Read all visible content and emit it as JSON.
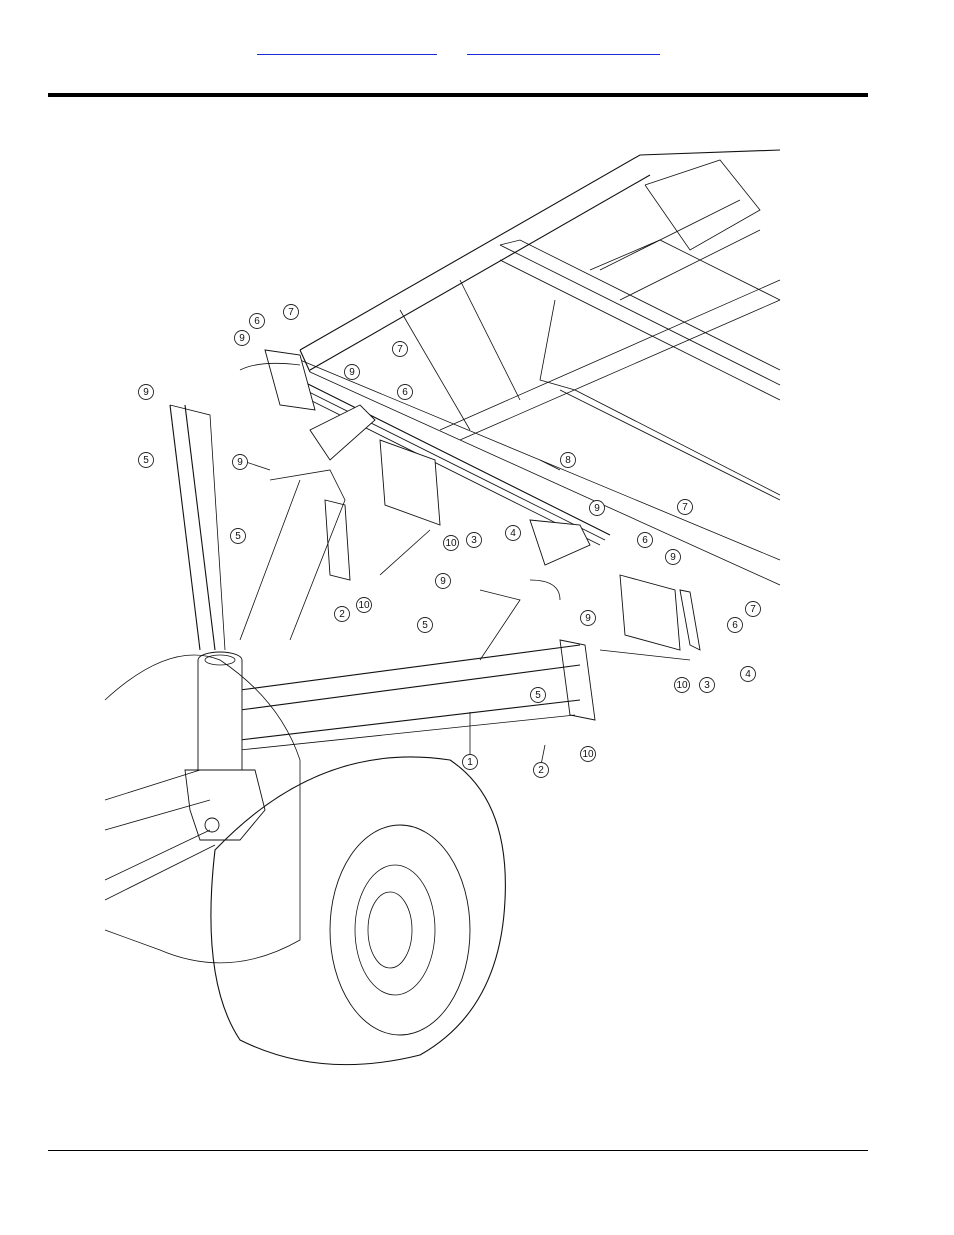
{
  "header": {
    "links": [
      {
        "label": ""
      },
      {
        "label": ""
      }
    ]
  },
  "diagram": {
    "callouts": [
      {
        "n": "1"
      },
      {
        "n": "2"
      },
      {
        "n": "2"
      },
      {
        "n": "3"
      },
      {
        "n": "3"
      },
      {
        "n": "4"
      },
      {
        "n": "4"
      },
      {
        "n": "5"
      },
      {
        "n": "5"
      },
      {
        "n": "5"
      },
      {
        "n": "5"
      },
      {
        "n": "6"
      },
      {
        "n": "6"
      },
      {
        "n": "6"
      },
      {
        "n": "6"
      },
      {
        "n": "7"
      },
      {
        "n": "7"
      },
      {
        "n": "7"
      },
      {
        "n": "7"
      },
      {
        "n": "8"
      },
      {
        "n": "9"
      },
      {
        "n": "9"
      },
      {
        "n": "9"
      },
      {
        "n": "9"
      },
      {
        "n": "9"
      },
      {
        "n": "9"
      },
      {
        "n": "9"
      },
      {
        "n": "9"
      },
      {
        "n": "10"
      },
      {
        "n": "10"
      },
      {
        "n": "10"
      },
      {
        "n": "10"
      }
    ]
  }
}
